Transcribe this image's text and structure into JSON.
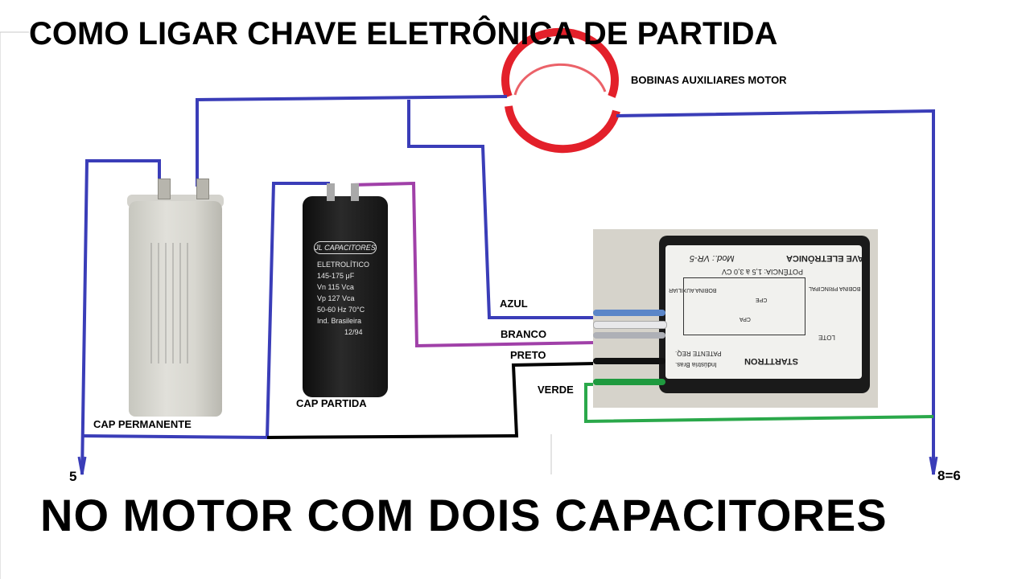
{
  "title_top": "COMO LIGAR CHAVE ELETRÔNICA DE PARTIDA",
  "title_bottom": "NO MOTOR COM DOIS CAPACITORES",
  "labels": {
    "coils": "BOBINAS AUXILIARES MOTOR",
    "cap_permanent": "CAP PERMANENTE",
    "cap_start": "CAP PARTIDA",
    "terminal_left": "5",
    "terminal_right": "8=6"
  },
  "wires": {
    "azul": "AZUL",
    "branco": "BRANCO",
    "preto": "PRETO",
    "verde": "VERDE"
  },
  "start_capacitor_print": {
    "brand": "JL CAPACITORES",
    "type": "ELETROLÍTICO",
    "capacitance": "145-175  μF",
    "vn": "Vn  115  Vca",
    "vp": "Vp  127  Vca",
    "freq_temp": "50-60 Hz  70°C",
    "origin": "Ind. Brasileira",
    "date": "12/94"
  },
  "switch_print": {
    "name": "CHAVE ELETRÔNICA",
    "model": "Mod.: VR-5",
    "brand": "STARTTRON",
    "power": "POTÊNCIA: 1,5 à 3,0 CV",
    "patent": "PATENTE REQ.",
    "industry": "Indústria Bras.",
    "lot": "LOTE",
    "bobina_principal": "BOBINA PRINCIPAL",
    "bobina_auxiliar": "BOBINA AUXILIAR",
    "cpa": "CPA",
    "cpe": "CPE"
  },
  "colors": {
    "blue_wire": "#3a3db8",
    "purple_wire": "#a040a8",
    "black_wire": "#000000",
    "green_wire": "#2aa84a",
    "coil_red": "#e3202a",
    "frame_gray": "#c8c8c8"
  }
}
